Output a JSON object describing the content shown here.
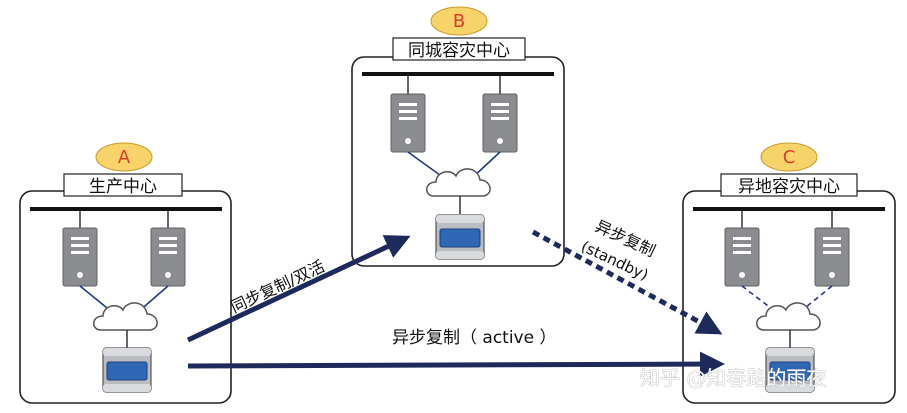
{
  "sites": {
    "a": {
      "badge": "A",
      "title": "生产中心"
    },
    "b": {
      "badge": "B",
      "title": "同城容灾中心"
    },
    "c": {
      "badge": "C",
      "title": "异地容灾中心"
    }
  },
  "links": {
    "sync": "同步复制/双活",
    "async_standby_1": "异步复制",
    "async_standby_2": "(standby)",
    "async_active": "异步复制（ active ）"
  },
  "watermark": "知乎 @知春路的雨夜",
  "colors": {
    "badge_fill": "#f7d36a",
    "badge_text": "#e03a2a",
    "server_fill": "#8a8c90",
    "db_fill": "#2f67b5",
    "arrow": "#1f2a5c",
    "box_stroke": "#222222"
  }
}
